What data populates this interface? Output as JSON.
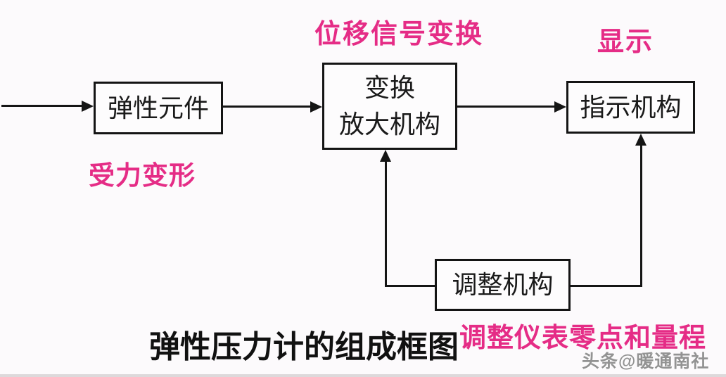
{
  "diagram": {
    "title": "弹性压力计的组成框图",
    "watermark": "头条@暖通南社",
    "boxes": {
      "elastic": {
        "label": "弹性元件"
      },
      "transform": {
        "label_line1": "变换",
        "label_line2": "放大机构"
      },
      "indicator": {
        "label": "指示机构"
      },
      "adjust": {
        "label": "调整机构"
      }
    },
    "annotations": {
      "deform": "受力变形",
      "displacement": "位移信号变换",
      "display": "显示",
      "adjust_note": "调整仪表零点和量程"
    },
    "colors": {
      "annotation_pink": "#e52c86",
      "line_black": "#151515",
      "background": "#fcfafc",
      "watermark_gray": "#939393"
    }
  }
}
